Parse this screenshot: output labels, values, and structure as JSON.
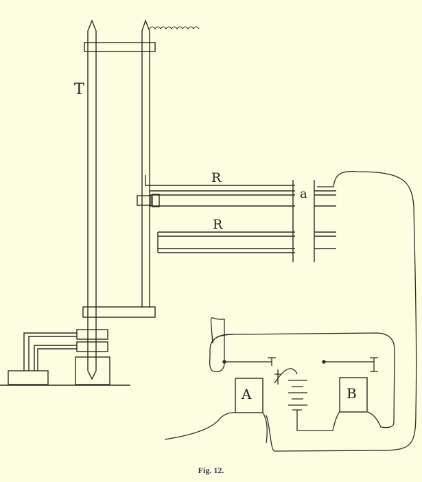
{
  "labels": {
    "tube": "T",
    "rod_upper": "R",
    "rod_lower": "R",
    "plate": "a",
    "box_a": "A",
    "box_b": "B",
    "plus": "+"
  },
  "caption": "Fig. 12.",
  "colors": {
    "paper": "#fdfde1",
    "ink": "#2a2a22"
  }
}
